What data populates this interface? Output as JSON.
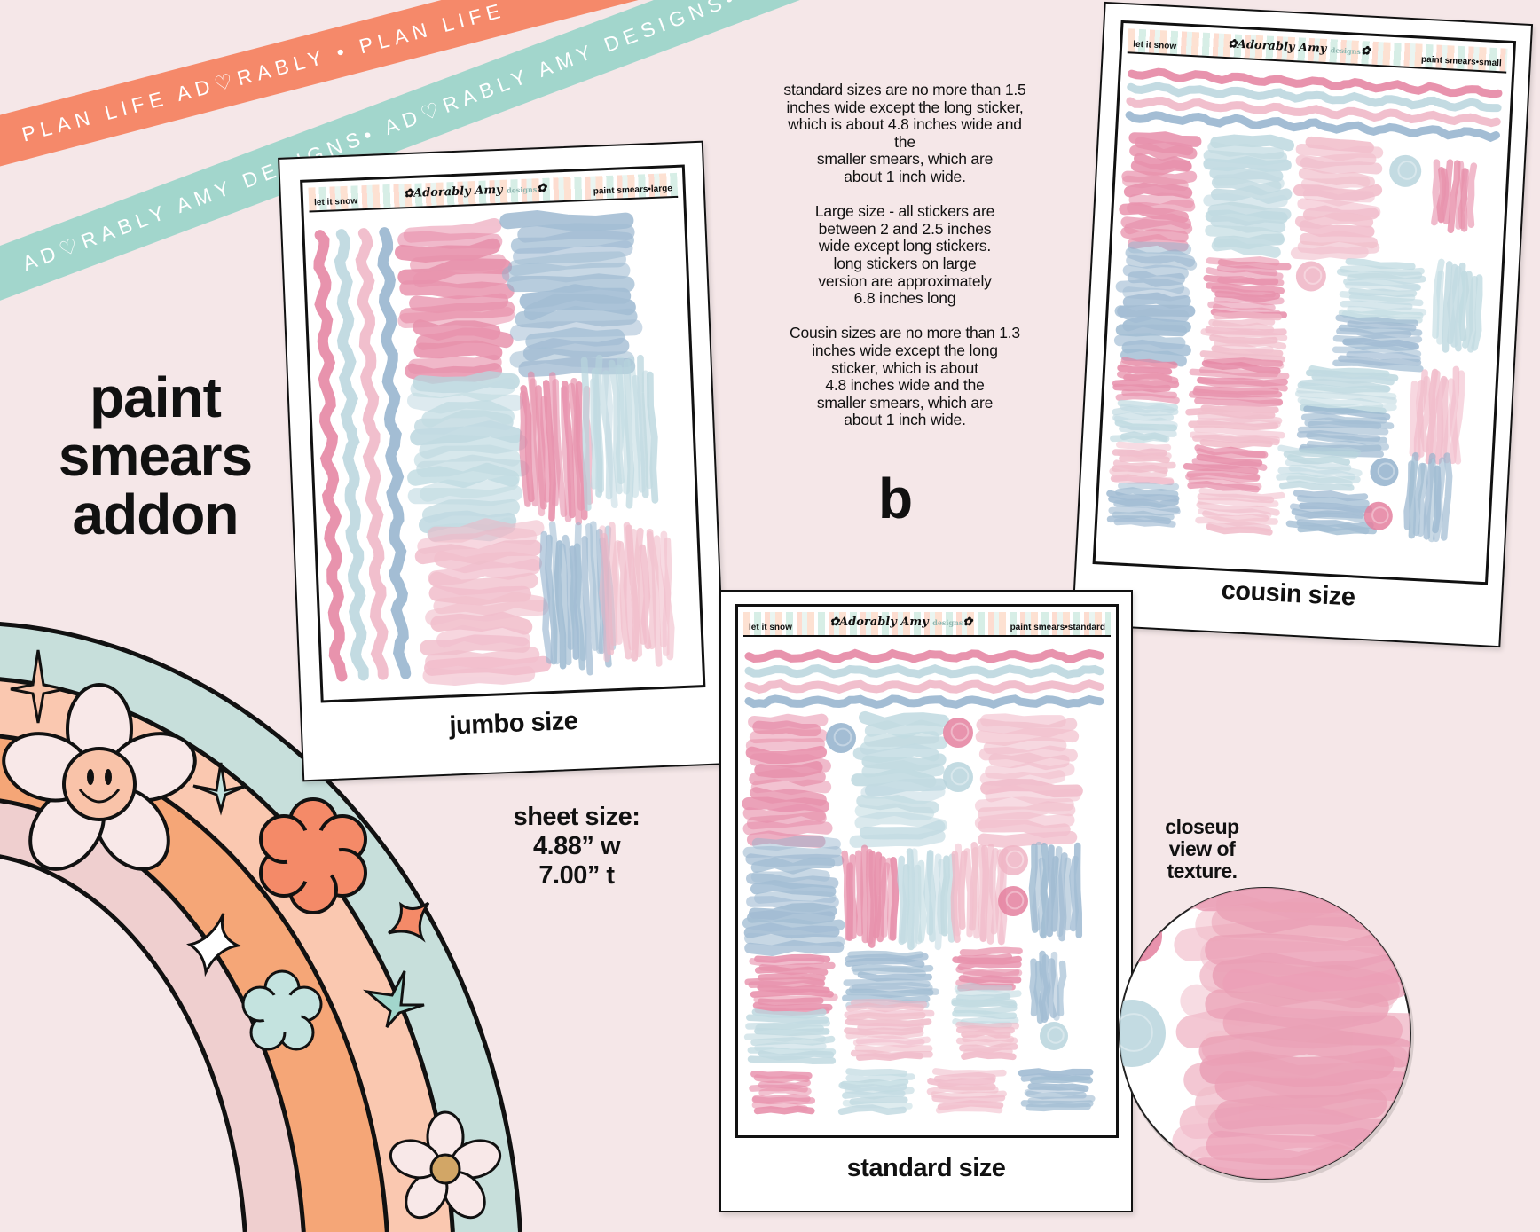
{
  "ribbons": {
    "orange": "PLAN LIFE AD♡RABLY • PLAN LIFE AD♡RABLY • PLAN LIFE AD♡RABLY •",
    "teal": "AD♡RABLY AMY DESIGNS• AD♡RABLY AMY DESIGNS• AD♡RABLY AMY DESIGNS• AD♡RABLY"
  },
  "title": {
    "line1": "paint",
    "line2": "smears",
    "line3": "addon"
  },
  "info": {
    "standard": [
      "standard sizes are no more than 1.5",
      "inches wide except the long sticker,",
      "which is about 4.8 inches wide and",
      "the",
      "smaller smears, which are",
      "about 1 inch wide."
    ],
    "large": [
      "Large size - all stickers are",
      "between 2 and 2.5 inches",
      "wide except long stickers.",
      "long stickers on large",
      "version are approximately",
      "6.8 inches long"
    ],
    "cousin": [
      "Cousin sizes are no more than 1.3",
      "inches wide except the long",
      "sticker, which is about",
      "4.8 inches wide and the",
      "smaller smears, which are",
      "about 1 inch wide."
    ]
  },
  "big_letter": "b",
  "sheet_size": {
    "line1": "sheet size:",
    "line2": "4.88” w",
    "line3": "7.00” t"
  },
  "closeup": {
    "line1": "closeup",
    "line2": "view of",
    "line3": "texture."
  },
  "logo_text": "Adorably Amy designs",
  "cards": {
    "jumbo": {
      "label": "jumbo size",
      "head_left": "let it snow",
      "head_right": "paint smears•large"
    },
    "cousin": {
      "label": "cousin size",
      "head_left": "let it snow",
      "head_right": "paint smears•small"
    },
    "standard": {
      "label": "standard size",
      "head_left": "let it snow",
      "head_right": "paint smears•standard"
    }
  },
  "colors": {
    "pink": "#e4809f",
    "blue": "#93b2cc",
    "light_blue": "#b8d5dd",
    "light_pink": "#efb4c4",
    "background": "#f5e7e8"
  }
}
